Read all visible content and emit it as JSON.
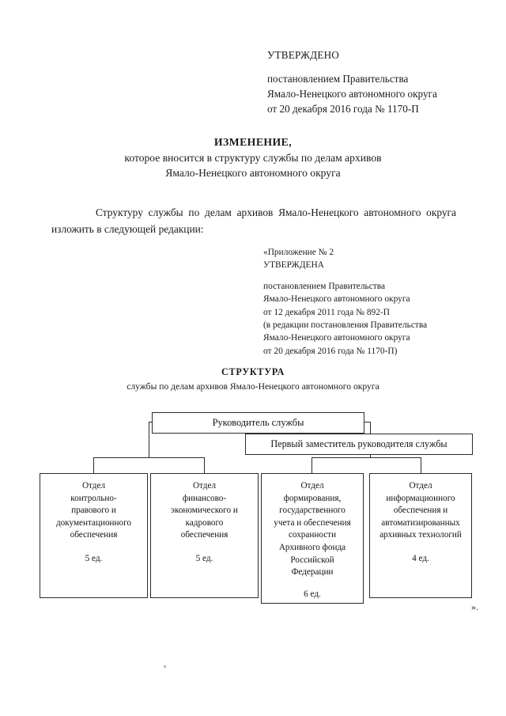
{
  "document": {
    "approval": {
      "approved_word": "УТВЕРЖДЕНО",
      "lines": [
        "постановлением Правительства",
        "Ямало-Ненецкого автономного округа",
        "от 20 декабря 2016 года № 1170-П"
      ]
    },
    "title": {
      "main": "ИЗМЕНЕНИЕ,",
      "subtitle_line_1": "которое вносится в структуру службы по делам архивов",
      "subtitle_line_2": "Ямало-Ненецкого автономного округа"
    },
    "intro_paragraph": "Структуру службы по делам архивов Ямало-Ненецкого автономного округа изложить в следующей редакции:",
    "appendix": {
      "line_1": "«Приложение № 2",
      "line_2": "УТВЕРЖДЕНА",
      "line_3": "постановлением Правительства",
      "line_4": "Ямало-Ненецкого автономного округа",
      "line_5": "от 12 декабря 2011 года № 892-П",
      "line_6": "(в редакции постановления Правительства",
      "line_7": "Ямало-Ненецкого автономного округа",
      "line_8": "от 20 декабря 2016 года № 1170-П)"
    },
    "structure_heading": {
      "title": "СТРУКТУРА",
      "subtitle": "службы по делам архивов Ямало-Ненецкого автономного округа"
    },
    "closing_mark": "».",
    "colors": {
      "text": "#1b1b1b",
      "box_border": "#2b2b2b",
      "page_background": "#ffffff"
    }
  },
  "org_chart": {
    "type": "diagram",
    "head": {
      "label": "Руководитель службы"
    },
    "deputy": {
      "label": "Первый заместитель руководителя службы"
    },
    "departments": [
      {
        "label": "Отдел\nконтрольно-\nправового и\nдокументационного\nобеспечения",
        "count": "5 ед.",
        "reports_to": "Руководитель службы"
      },
      {
        "label": "Отдел\nфинансово-\nэкономического и\nкадрового\nобеспечения",
        "count": "5 ед.",
        "reports_to": "Руководитель службы"
      },
      {
        "label": "Отдел\nформирования,\nгосударственного\nучета и обеспечения\nсохранности\nАрхивного фонда\nРоссийской\nФедерации",
        "count": "6 ед.",
        "reports_to": "Первый заместитель руководителя службы"
      },
      {
        "label": "Отдел\nинформационного\nобеспечения и\nавтоматизированных\nархивных технологий",
        "count": "4 ед.",
        "reports_to": "Первый заместитель руководителя службы"
      }
    ]
  }
}
